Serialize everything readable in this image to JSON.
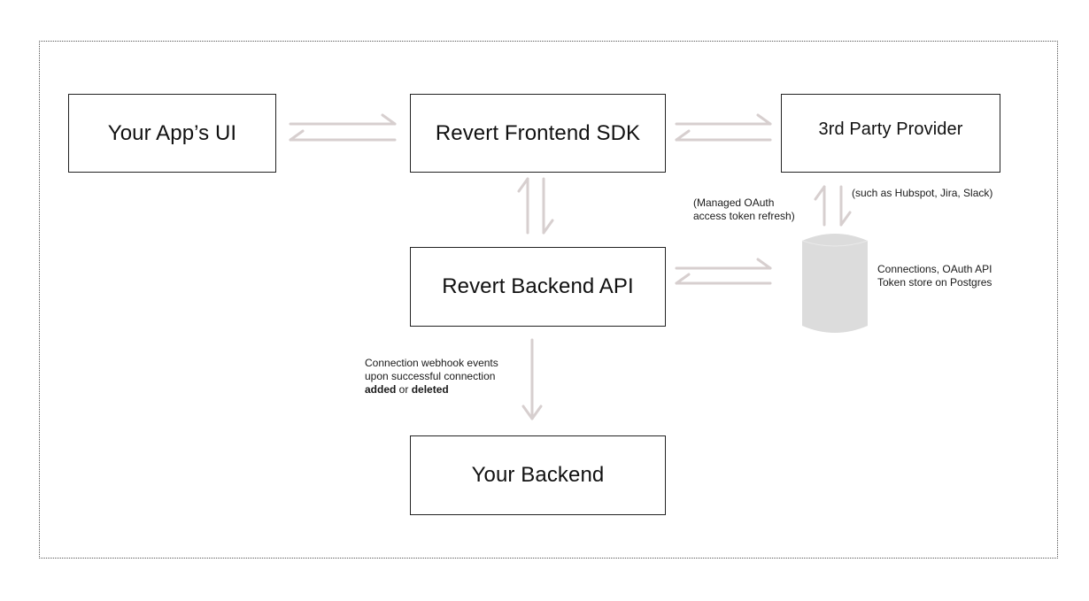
{
  "nodes": {
    "app_ui": "Your App’s UI",
    "frontend_sdk": "Revert Frontend SDK",
    "third_party": "3rd Party Provider",
    "backend_api": "Revert Backend API",
    "your_backend": "Your Backend"
  },
  "labels": {
    "managed_oauth_line1": "(Managed OAuth",
    "managed_oauth_line2": "access token refresh)",
    "providers_example": "(such as Hubspot, Jira, Slack)",
    "token_store_line1": "Connections, OAuth API",
    "token_store_line2": "Token store on Postgres",
    "webhook_line1": "Connection webhook events",
    "webhook_line2": "upon successful connection",
    "webhook_added": "added",
    "webhook_or": " or ",
    "webhook_deleted": "deleted"
  },
  "colors": {
    "arrow": "#d7cfcf",
    "cylinder": "#dcdcdc",
    "border": "#222222"
  }
}
